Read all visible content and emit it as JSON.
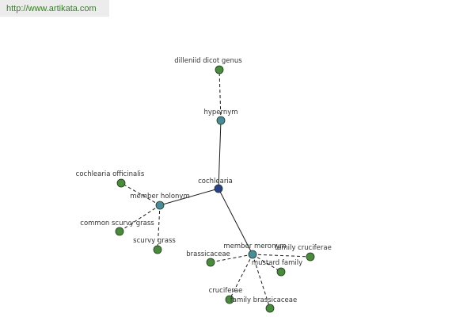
{
  "header": {
    "url": "http://www.artikata.com"
  },
  "colors": {
    "root_node": "#2a3f8a",
    "relation_node": "#4a8a9a",
    "leaf_node": "#4a8a3c",
    "node_stroke": "#1e3a1e",
    "edge": "#1a1a1a"
  },
  "graph": {
    "nodes": [
      {
        "id": "cochlearia",
        "label": "cochlearia",
        "kind": "root"
      },
      {
        "id": "hypernym",
        "label": "hypernym",
        "kind": "relation"
      },
      {
        "id": "dilleniid",
        "label": "dilleniid dicot genus",
        "kind": "leaf"
      },
      {
        "id": "holonym",
        "label": "member holonym",
        "kind": "relation"
      },
      {
        "id": "officinalis",
        "label": "cochlearia officinalis",
        "kind": "leaf"
      },
      {
        "id": "common",
        "label": "common scurvy grass",
        "kind": "leaf"
      },
      {
        "id": "scurvy",
        "label": "scurvy grass",
        "kind": "leaf"
      },
      {
        "id": "meronym",
        "label": "member meronym",
        "kind": "relation"
      },
      {
        "id": "brassicaceae",
        "label": "brassicaceae",
        "kind": "leaf"
      },
      {
        "id": "cruciferae_fam",
        "label": "family cruciferae",
        "kind": "leaf"
      },
      {
        "id": "mustard",
        "label": "mustard family",
        "kind": "leaf"
      },
      {
        "id": "cruciferae",
        "label": "cruciferae",
        "kind": "leaf"
      },
      {
        "id": "fam_brassicaceae",
        "label": "family brassicaceae",
        "kind": "leaf"
      }
    ],
    "edges": [
      {
        "from": "cochlearia",
        "to": "hypernym",
        "style": "solid"
      },
      {
        "from": "cochlearia",
        "to": "holonym",
        "style": "solid"
      },
      {
        "from": "cochlearia",
        "to": "meronym",
        "style": "solid"
      },
      {
        "from": "hypernym",
        "to": "dilleniid",
        "style": "dashed"
      },
      {
        "from": "holonym",
        "to": "officinalis",
        "style": "dashed"
      },
      {
        "from": "holonym",
        "to": "common",
        "style": "dashed"
      },
      {
        "from": "holonym",
        "to": "scurvy",
        "style": "dashed"
      },
      {
        "from": "meronym",
        "to": "brassicaceae",
        "style": "dashed"
      },
      {
        "from": "meronym",
        "to": "cruciferae_fam",
        "style": "dashed"
      },
      {
        "from": "meronym",
        "to": "mustard",
        "style": "dashed"
      },
      {
        "from": "meronym",
        "to": "cruciferae",
        "style": "dashed"
      },
      {
        "from": "meronym",
        "to": "fam_brassicaceae",
        "style": "dashed"
      }
    ]
  }
}
